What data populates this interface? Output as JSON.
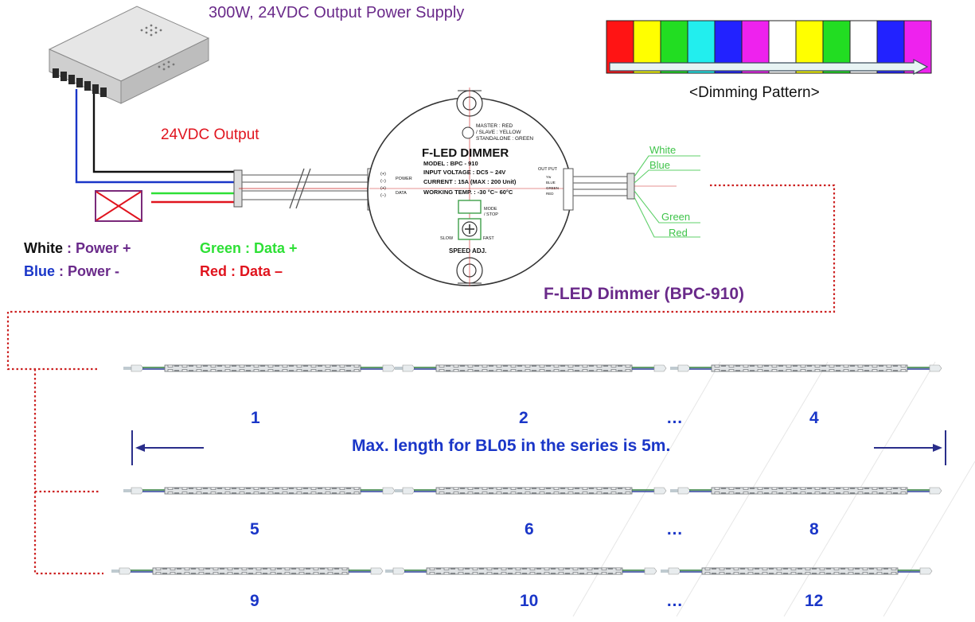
{
  "titles": {
    "power_supply": "300W, 24VDC Output Power Supply",
    "output": "24VDC Output",
    "dimming_pattern": "<Dimming Pattern>",
    "dimmer_caption": "F-LED Dimmer (BPC-910)",
    "max_length": "Max. length for BL05 in the series is 5m."
  },
  "legend": {
    "white_color": "White",
    "white_sep": " : ",
    "white_func": "Power +",
    "blue_color": "Blue",
    "blue_sep": " : ",
    "blue_func": "Power -",
    "green_color": "Green",
    "green_sep": " : ",
    "green_func": "Data +",
    "red_color": "Red",
    "red_sep": " : ",
    "red_func": "Data –"
  },
  "dimmer": {
    "title": "F-LED DIMMER",
    "model": "MODEL : BPC - 910",
    "input_voltage": "INPUT VOLTAGE : DC5 ~ 24V",
    "current": "CURRENT : 15A  (MAX : 200 Unit)",
    "working_temp": "WORKING TEMP. : -30 °C~ 60°C",
    "mode_line1": "MASTER : RED",
    "mode_line2": "/ SLAVE : YELLOW",
    "mode_line3": "STANDALONE : GREEN",
    "power_in": "POWER",
    "data_in": "DATA",
    "in_plus_1": "(+)",
    "in_minus_1": "(−)",
    "in_plus_2": "(+)",
    "in_minus_2": "(−)",
    "output": "OUT PUT",
    "out_1": "Yw",
    "out_2": "BLUE",
    "out_3": "GREEN",
    "out_4": "RED",
    "mode_stop_1": "MODE",
    "mode_stop_2": "/ STOP",
    "slow": "SLOW",
    "fast": "FAST",
    "speed_adj": "SPEED ADJ."
  },
  "wire_labels": {
    "white": "White",
    "blue": "Blue",
    "green": "Green",
    "red": "Red"
  },
  "dimming_pattern_colors": [
    "#ff1414",
    "#ffff00",
    "#22dd22",
    "#22eeee",
    "#2222ff",
    "#ee22ee",
    "#ffffff",
    "#ffff00",
    "#22dd22",
    "#ffffff",
    "#2222ff",
    "#ee22ee"
  ],
  "strip_numbers": {
    "row1": [
      "1",
      "2",
      "…",
      "4"
    ],
    "row2": [
      "5",
      "6",
      "…",
      "8"
    ],
    "row3": [
      "9",
      "10",
      "…",
      "12"
    ]
  },
  "colors": {
    "purple": "#6a2a8a",
    "blue": "#1a36c8",
    "red": "#e0141e",
    "green": "#2ee036",
    "dotted_line": "#cc2222"
  }
}
